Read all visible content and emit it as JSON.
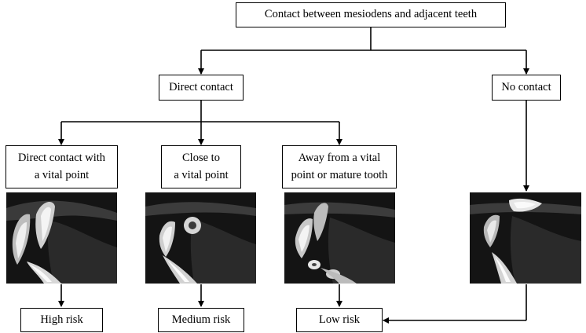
{
  "title": "Contact between mesiodens and adjacent teeth",
  "branches": {
    "direct": "Direct contact",
    "none": "No contact"
  },
  "categories": {
    "vital": "Direct contact with\na vital point",
    "close": "Close to\na vital point",
    "away": "Away from a vital\npoint or mature tooth"
  },
  "risks": {
    "high": "High risk",
    "medium": "Medium risk",
    "low": "Low risk"
  },
  "images": [
    {
      "name": "ct-scan-direct-contact"
    },
    {
      "name": "ct-scan-close-to-vital-point"
    },
    {
      "name": "ct-scan-away-from-vital-point"
    },
    {
      "name": "ct-scan-no-contact"
    }
  ]
}
